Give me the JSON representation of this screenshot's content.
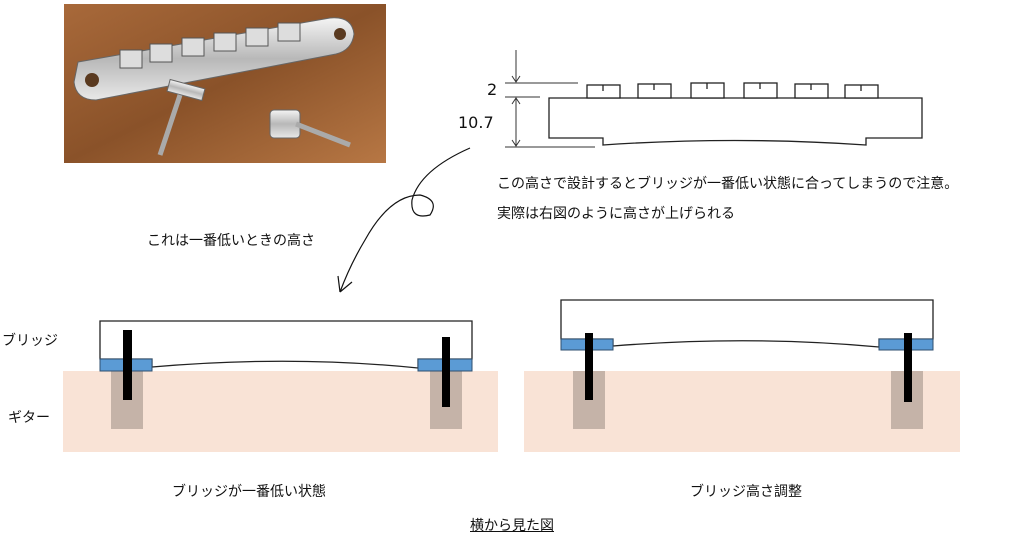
{
  "photo": {
    "caption_hidden": ""
  },
  "dimension": {
    "saddle_height": "2",
    "bridge_height": "10.7"
  },
  "notes": {
    "warning_line1": "この高さで設計するとブリッジが一番低い状態に合ってしまうので注意。",
    "warning_line2": "実際は右図のように高さが上げられる",
    "lowest_note": "これは一番低いときの高さ"
  },
  "labels": {
    "bridge": "ブリッジ",
    "guitar": "ギター"
  },
  "captions": {
    "left": "ブリッジが一番低い状態",
    "right": "ブリッジ高さ調整",
    "title": "横から見た図"
  },
  "colors": {
    "guitar_body": "#f9e3d6",
    "pad": "#5b9bd5",
    "post": "#c5b3a8",
    "rod": "#000000"
  }
}
